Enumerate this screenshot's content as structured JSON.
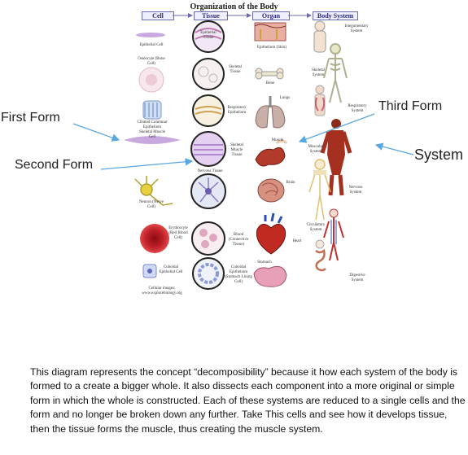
{
  "diagram": {
    "title": "Organization of the Body",
    "headers": {
      "cell": "Cell",
      "tissue": "Tissue",
      "organ": "Organ",
      "body_system": "Body System"
    },
    "rows": [
      {
        "cell": "Epithelial Cell",
        "tissue": "Epithelial Tissue",
        "organ": "Epithelium (Skin)",
        "system": "Integumentary System"
      },
      {
        "cell": "Osteocyte (Bone Cell)",
        "tissue": "Skeletal Tissue",
        "organ": "Bone",
        "system": "Skeletal System"
      },
      {
        "cell": "Ciliated Columnar Epithelium",
        "tissue": "Respiratory Epithelium",
        "organ": "Lungs",
        "system": "Respiratory System"
      },
      {
        "cell": "Skeletal Muscle Cell",
        "tissue": "Skeletal Muscle Tissue",
        "organ": "Muscle",
        "system": "Muscular System"
      },
      {
        "cell": "Neuron (Nerve Cell)",
        "tissue": "Nervous Tissue",
        "organ": "Brain",
        "system": "Nervous System"
      },
      {
        "cell": "Erythrocyte (Red Blood Cell)",
        "tissue": "Blood (Connective Tissue)",
        "organ": "Heart",
        "system": "Circulatory System"
      },
      {
        "cell": "Cuboidal Epithelial Cell",
        "tissue": "Cuboidal Epithelium (Stomach Lining Cell)",
        "organ": "Stomach",
        "system": "Digestive System"
      }
    ],
    "credit": "Cellular images: www.explorebiology.org"
  },
  "annotations": {
    "first_form": "First Form",
    "second_form": "Second Form",
    "third_form": "Third Form",
    "system": "System"
  },
  "description": "This diagram represents the concept “decomposibility” because it how each system of the body is formed to a create a bigger whole. It also dissects each component into a more original or simple form in which the whole is constructed. Each of these systems are reduced to a single cells and the form and no longer be broken down any further. Take This cells and see how it develops tissue, then the tissue forms the muscle, thus creating the muscle system.",
  "colors": {
    "arrow": "#5aa6e0",
    "header_border": "#6a6ab0",
    "muscle": "#a5301f",
    "blood": "#c0202a",
    "tissue_purple": "#b08ad0"
  }
}
